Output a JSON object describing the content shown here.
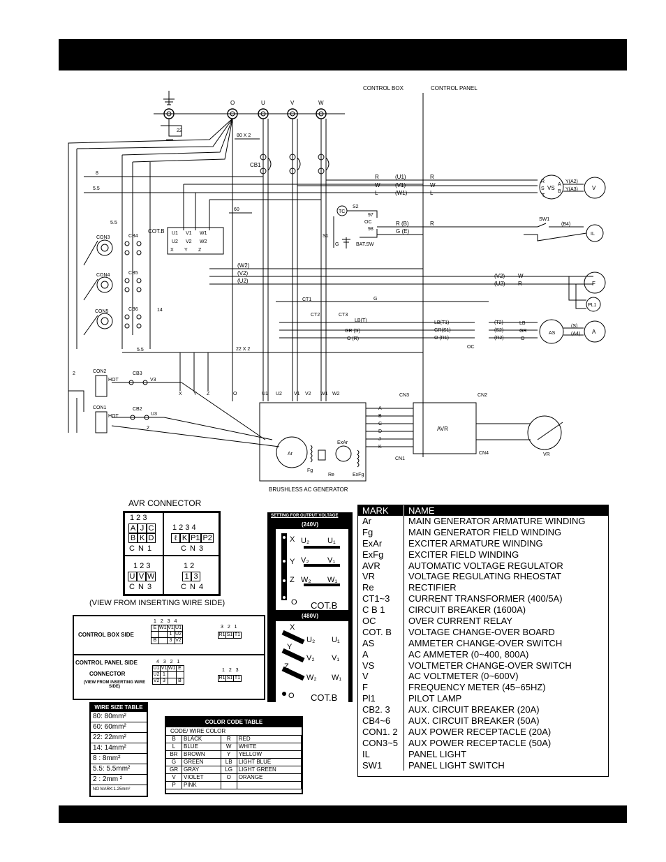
{
  "diagram": {
    "section_labels": {
      "control_box": "CONTROL BOX",
      "control_panel": "CONTROL PANEL"
    },
    "terminals": [
      "O",
      "U",
      "V",
      "W"
    ],
    "generator_label": "BRUSHLESS AC GENERATOR",
    "wire_labels": {
      "w22_top": "22",
      "w80x2": "80 X 2",
      "w8": "8",
      "w55": "5.5",
      "w55b": "5.5",
      "w60": "60",
      "w14": "14",
      "w55c": "5.5",
      "w22x2": "22 X 2",
      "w2": "2",
      "w2b": "2"
    },
    "components": {
      "cb1": "CB1",
      "cotb": "COT.B",
      "tc": "TC",
      "s2": "S2",
      "s1": "S1",
      "oc": "OC",
      "batsw": "BAT.SW",
      "con3": "CON3",
      "con4": "CON4",
      "con5": "CON5",
      "cb4": "CB4",
      "cb5": "CB5",
      "cb6": "CB6",
      "con2": "CON2",
      "con1": "CON1",
      "cb3": "CB3",
      "cb2": "CB2",
      "hot": "HOT",
      "ct1": "CT1",
      "ct2": "CT2",
      "ct3": "CT3",
      "avr": "AVR",
      "cn1": "CN1",
      "cn2": "CN2",
      "cn3": "CN3",
      "cn4": "CN4",
      "vs": "VS",
      "as": "AS",
      "v": "V",
      "a": "A",
      "f": "F",
      "pl1": "PL1",
      "il": "IL",
      "sw1": "SW1",
      "vr": "VR",
      "ar": "Ar",
      "fg": "Fg",
      "re": "Re",
      "exar": "ExAr",
      "exfg": "ExFg"
    },
    "signal_labels": {
      "u1": "(U1)",
      "v1": "(V1)",
      "w1": "(W1)",
      "w2": "(W2)",
      "v2": "(V2)",
      "u2": "(U2)",
      "rb": "R (B)",
      "ge": "G (E)",
      "b4": "(B4)",
      "t1": "LB(T1)",
      "s1": "GR(S1)",
      "r1": "O (R1)",
      "lbt": "LB(T)",
      "grs": "GR (S)",
      "or": "O (R)",
      "t2": "(T2)",
      "s2": "(S2)",
      "r2": "(R2)",
      "ya2": "Y(A2)",
      "ya3": "Y(A3)",
      "a4": "(A4)",
      "s": "(S)",
      "n97": "97",
      "n98": "98"
    }
  },
  "avr_connector": {
    "title": "AVR CONNECTOR",
    "cn1": {
      "label": "C N 1",
      "pins_top": "1 2 3",
      "row1": [
        "A",
        "J",
        "C"
      ],
      "row2": [
        "B",
        "K",
        "D"
      ]
    },
    "cn3a": {
      "label": "C N 3",
      "pins_top": "1  2  3  4",
      "row1": [
        "ℓ",
        "K",
        "P1",
        "P2"
      ]
    },
    "cn3b": {
      "label": "C N 3",
      "pins_top": "1 2 3",
      "row1": [
        "U",
        "V",
        "W"
      ]
    },
    "cn4": {
      "label": "C N 4",
      "pins_top": "1 2",
      "row1": [
        "1",
        "3"
      ]
    },
    "view_note": "(VIEW FROM INSERTING WIRE SIDE)"
  },
  "control_connector": {
    "box_side": "CONTROL BOX SIDE",
    "panel_side": "CONTROL PANEL SIDE",
    "connector": "CONNECTOR",
    "view_note": "(VIEW FROM INSERTING WIRE SIDE)",
    "box_grid": [
      [
        "E",
        "W1",
        "V1",
        "U1"
      ],
      [
        "",
        "",
        "1",
        "U2"
      ],
      [
        "B",
        "",
        "3",
        "V2"
      ]
    ],
    "box_grid_nums": "1  2  3  4",
    "box_small": [
      "R1",
      "S1",
      "T1"
    ],
    "box_small_nums": "3  2  1",
    "panel_grid": [
      [
        "U1",
        "V1",
        "W1",
        "E"
      ],
      [
        "U2",
        "1",
        "",
        ""
      ],
      [
        "V2",
        "3",
        "",
        "B"
      ]
    ],
    "panel_grid_nums": "4  3  2  1",
    "panel_small": [
      "R1",
      "S1",
      "T1"
    ],
    "panel_small_nums": "1  2  3"
  },
  "wire_size_table": {
    "title": "WIRE SIZE TABLE",
    "rows": [
      "80:  80mm²",
      "60:  60mm²",
      "22:  22mm²",
      "14:  14mm²",
      "8 :    8mm²",
      "5.5:  5.5mm²",
      "2 :    2mm ²"
    ],
    "footer": "NO MARK:1.25mm²"
  },
  "color_code_table": {
    "title": "COLOR CODE TABLE",
    "subtitle": "CODE/ WIRE COLOR",
    "rows": [
      [
        "B",
        "BLACK",
        "R",
        "RED"
      ],
      [
        "L",
        "BLUE",
        "W",
        "WHITE"
      ],
      [
        "BR",
        "BROWN",
        "Y",
        "YELLOW"
      ],
      [
        "G",
        "GREEN",
        "LB",
        "LIGHT BLUE"
      ],
      [
        "GR",
        "GRAY",
        "LG",
        "LIGHT GREEN"
      ],
      [
        "V",
        "VIOLET",
        "O",
        "ORANGE"
      ],
      [
        "P",
        "PINK",
        "",
        ""
      ]
    ]
  },
  "output_setting": {
    "title": "SETTING FOR OUTPUT VOLTAGE",
    "v240": "(240V)",
    "v480": "(480V)",
    "cotb": "COT.B",
    "terms_240": {
      "x": "X",
      "y": "Y",
      "z": "Z",
      "o": "O",
      "u2": "U₂",
      "u1": "U₁",
      "v2": "V₂",
      "v1": "V₁",
      "w2": "W₂",
      "w1": "W₁"
    },
    "terms_480": {
      "x": "X",
      "y": "Y",
      "z": "Z",
      "o": "O",
      "u2": "U₂",
      "u1": "U₁",
      "v2": "V₂",
      "v1": "V₁",
      "w2": "W₂",
      "w1": "W₁"
    }
  },
  "legend": {
    "header_mark": "MARK",
    "header_name": "NAME",
    "rows": [
      [
        "Ar",
        "MAIN GENERATOR ARMATURE WINDING"
      ],
      [
        "Fg",
        " MAIN GENERATOR FIELD WINDING"
      ],
      [
        "ExAr",
        "EXCITER ARMATURE WINDING"
      ],
      [
        "ExFg",
        " EXCITER FIELD WINDING"
      ],
      [
        "AVR",
        "AUTOMATIC VOLTAGE REGULATOR"
      ],
      [
        "VR",
        "VOLTAGE REGULATING RHEOSTAT"
      ],
      [
        "Re",
        "RECTIFIER"
      ],
      [
        "CT1~3",
        "CURRENT TRANSFORMER (400/5A)"
      ],
      [
        "C B 1",
        "CIRCUIT BREAKER (1600A)"
      ],
      [
        "OC",
        " OVER CURRENT RELAY"
      ],
      [
        "COT. B",
        "VOLTAGE CHANGE-OVER BOARD"
      ],
      [
        "AS",
        "AMMETER CHANGE-OVER SWITCH"
      ],
      [
        "A",
        "AC AMMETER (0~400, 800A)"
      ],
      [
        "VS",
        "VOLTMETER CHANGE-OVER SWITCH"
      ],
      [
        "V",
        " AC VOLTMETER (0~600V)"
      ],
      [
        "F",
        " FREQUENCY METER (45~65HZ)"
      ],
      [
        "Pl1",
        " PILOT LAMP"
      ],
      [
        "CB2. 3",
        "AUX. CIRCUIT BREAKER (20A)"
      ],
      [
        "CB4~6",
        "AUX. CIRCUIT BREAKER (50A)"
      ],
      [
        "CON1. 2",
        "AUX POWER RECEPTACLE (20A)"
      ],
      [
        "CON3~5",
        "AUX POWER RECEPTACLE (50A)"
      ],
      [
        "IL",
        "PANEL LIGHT"
      ],
      [
        "SW1",
        "PANEL LIGHT SWITCH"
      ]
    ]
  }
}
